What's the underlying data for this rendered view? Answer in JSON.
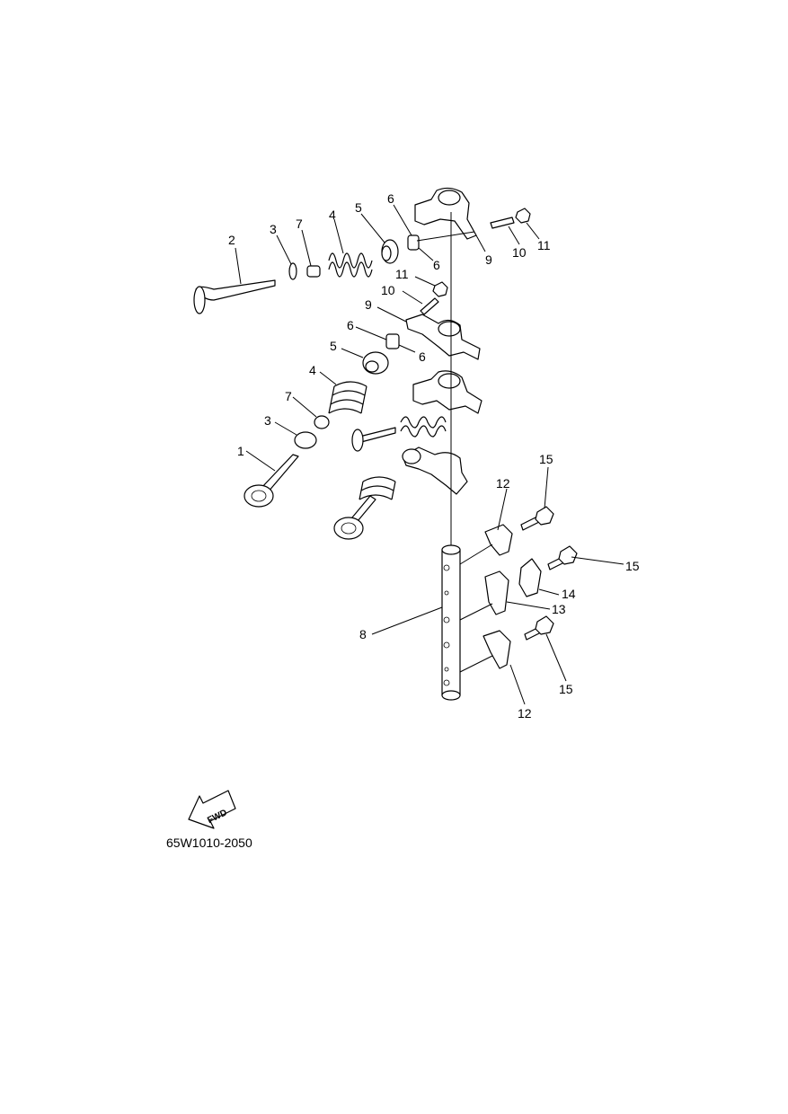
{
  "diagram": {
    "code": "65W1010-2050",
    "fwd_label": "FWD",
    "callouts": [
      {
        "id": "c2",
        "text": "2"
      },
      {
        "id": "c3a",
        "text": "3"
      },
      {
        "id": "c7a",
        "text": "7"
      },
      {
        "id": "c4a",
        "text": "4"
      },
      {
        "id": "c5a",
        "text": "5"
      },
      {
        "id": "c6a",
        "text": "6"
      },
      {
        "id": "c6b",
        "text": "6"
      },
      {
        "id": "c9a",
        "text": "9"
      },
      {
        "id": "c10a",
        "text": "10"
      },
      {
        "id": "c11a",
        "text": "11"
      },
      {
        "id": "c11b",
        "text": "11"
      },
      {
        "id": "c10b",
        "text": "10"
      },
      {
        "id": "c9b",
        "text": "9"
      },
      {
        "id": "c6c",
        "text": "6"
      },
      {
        "id": "c6d",
        "text": "6"
      },
      {
        "id": "c5b",
        "text": "5"
      },
      {
        "id": "c4b",
        "text": "4"
      },
      {
        "id": "c7b",
        "text": "7"
      },
      {
        "id": "c3b",
        "text": "3"
      },
      {
        "id": "c1",
        "text": "1"
      },
      {
        "id": "c12a",
        "text": "12"
      },
      {
        "id": "c15a",
        "text": "15"
      },
      {
        "id": "c15b",
        "text": "15"
      },
      {
        "id": "c14",
        "text": "14"
      },
      {
        "id": "c13",
        "text": "13"
      },
      {
        "id": "c8",
        "text": "8"
      },
      {
        "id": "c15c",
        "text": "15"
      },
      {
        "id": "c12b",
        "text": "12"
      }
    ]
  }
}
